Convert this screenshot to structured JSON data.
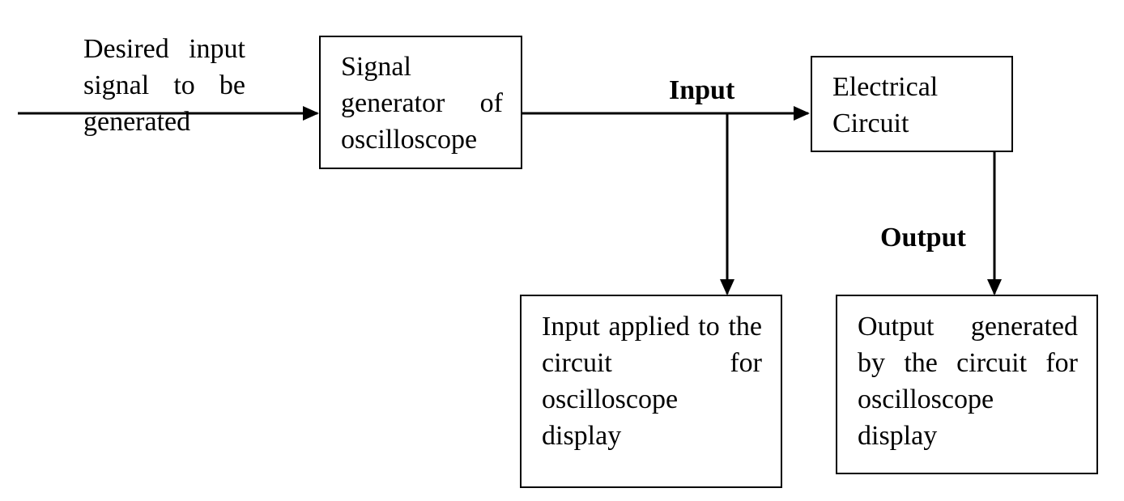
{
  "input_note": "Desired input signal to be generated",
  "boxes": {
    "signal_generator": "Signal generator of oscilloscope",
    "electrical_circuit": "Electrical Circuit",
    "input_display": "Input applied to the circuit for oscilloscope display",
    "output_display": "Output generated by the circuit for oscilloscope display"
  },
  "labels": {
    "input": "Input",
    "output": "Output"
  }
}
